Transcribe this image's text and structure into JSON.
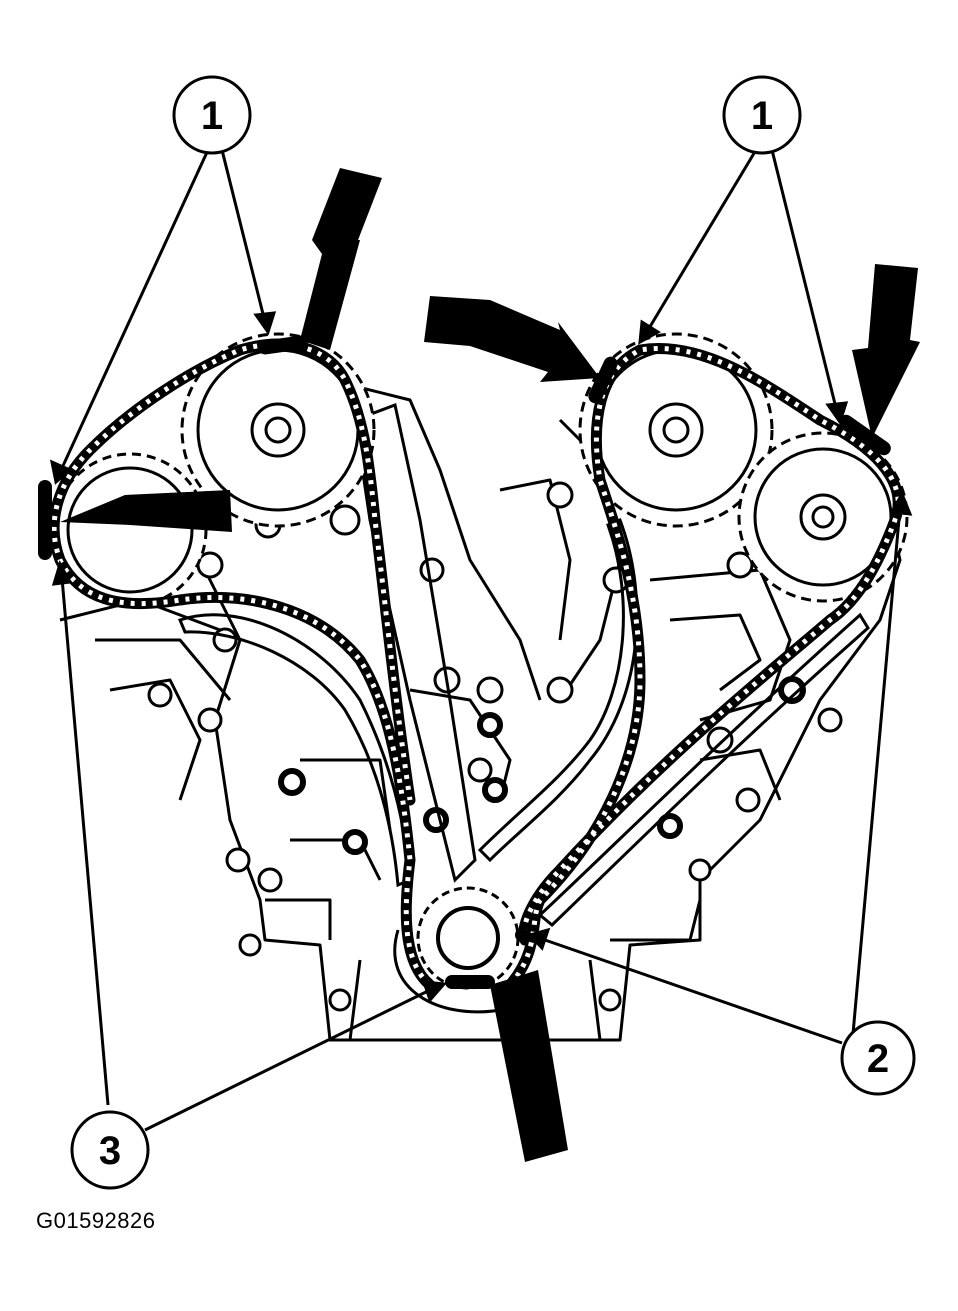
{
  "diagram": {
    "figure_id": "G01592826",
    "callouts": [
      {
        "label": "1"
      },
      {
        "label": "1"
      },
      {
        "label": "2"
      },
      {
        "label": "3"
      }
    ],
    "colors": {
      "ink": "#000000",
      "paper": "#ffffff"
    }
  }
}
